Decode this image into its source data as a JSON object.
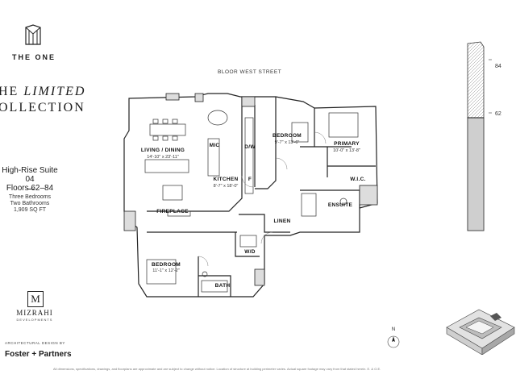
{
  "brand": {
    "logo_icon": "the-one-tower-logo-icon",
    "name": "THE ONE"
  },
  "collection": {
    "line1_prefix": "HE",
    "line1_italic": "LIMITED",
    "line2": "OLLECTION"
  },
  "suite": {
    "name": "High-Rise Suite 04",
    "floors": "Floors 62–84",
    "bedrooms": "Three Bedrooms",
    "bathrooms": "Two Bathrooms",
    "area": "1,909 SQ FT"
  },
  "developer": {
    "logo_letter": "M",
    "name": "MIZRAHI",
    "subtitle": "DEVELOPMENTS"
  },
  "architect": {
    "label": "ARCHITECTURAL DESIGN BY",
    "name": "Foster + Partners"
  },
  "plan": {
    "street": "BLOOR WEST STREET",
    "rooms": {
      "living_label": "LIVING / DINING",
      "living_dims": "14'-10\" x 23'-11\"",
      "mic": "MIC",
      "dw": "D/W",
      "f": "F",
      "kitchen_label": "KITCHEN",
      "kitchen_dims": "8'-7\" x 18'-0\"",
      "bedroom1_label": "BEDROOM",
      "bedroom1_dims": "9'-7\" x 13'-6\"",
      "primary_label": "PRIMARY",
      "primary_dims": "10'-0\" x 13'-8\"",
      "wic": "W.I.C.",
      "ensuite": "ENSUITE",
      "fireplace": "FIREPLACE",
      "linen": "LINEN",
      "wd": "W/D",
      "bedroom2_label": "BEDROOM",
      "bedroom2_dims": "11'-1\" x 12'-2\"",
      "bath": "BATH"
    }
  },
  "tower": {
    "floor_top": "84",
    "floor_bottom": "62"
  },
  "compass": {
    "north": "N"
  },
  "footer": "All dimensions, specifications, drawings, and floorplans are approximate and are subject to change without notice. Location of structure at building perimeter varies. Actual square footage may vary from that stated herein. E. & O.E."
}
